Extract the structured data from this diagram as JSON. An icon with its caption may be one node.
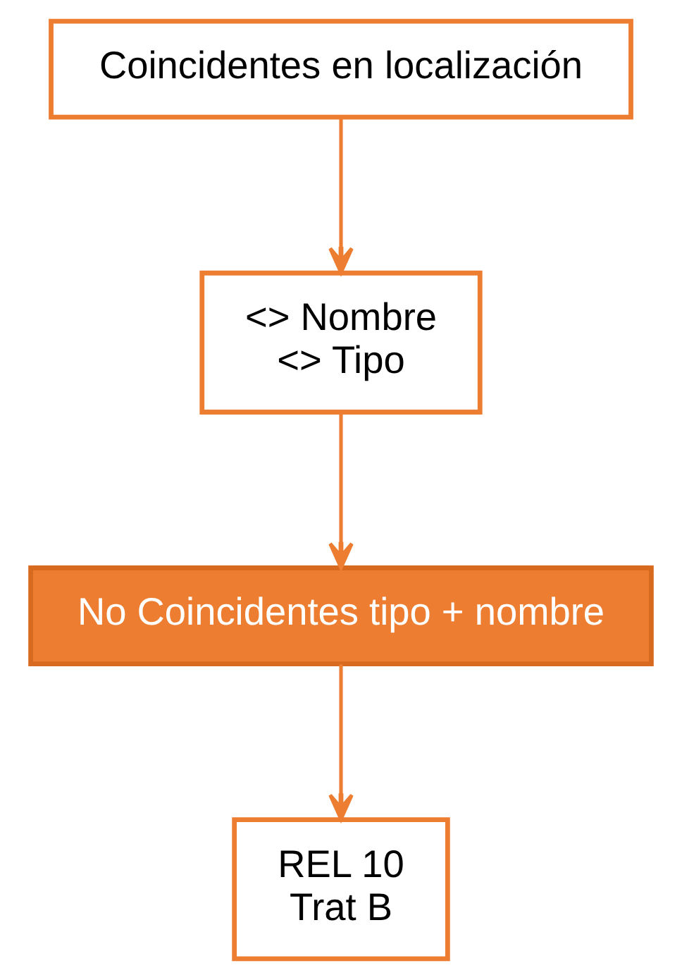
{
  "diagram": {
    "nodes": [
      {
        "text": [
          "Coincidentes en localización"
        ]
      },
      {
        "text": [
          "<> Nombre",
          "<> Tipo"
        ]
      },
      {
        "text": [
          "No Coincidentes tipo + nombre"
        ]
      },
      {
        "text": [
          "REL 10",
          "Trat B"
        ]
      }
    ],
    "edges": [
      {
        "from": 0,
        "to": 1,
        "arrow": "to"
      },
      {
        "from": 1,
        "to": 2,
        "arrow": "to"
      },
      {
        "from": 2,
        "to": 3,
        "arrow": "to"
      }
    ]
  }
}
